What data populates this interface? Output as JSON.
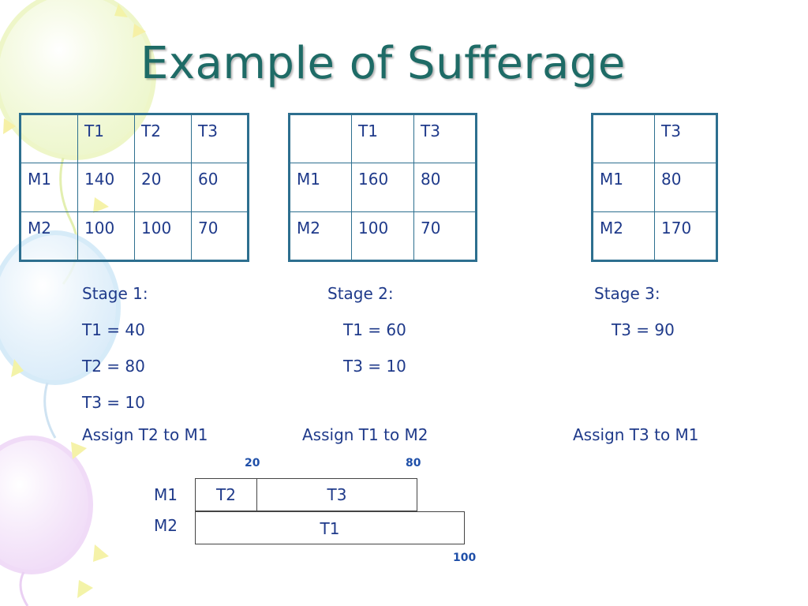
{
  "title": "Example of Sufferage",
  "tables": [
    {
      "header": [
        "",
        "T1",
        "T2",
        "T3"
      ],
      "rows": [
        [
          "M1",
          "140",
          "20",
          "60"
        ],
        [
          "M2",
          "100",
          "100",
          "70"
        ]
      ]
    },
    {
      "header": [
        "",
        "T1",
        "T3"
      ],
      "rows": [
        [
          "M1",
          "160",
          "80"
        ],
        [
          "M2",
          "100",
          "70"
        ]
      ]
    },
    {
      "header": [
        "",
        "T3"
      ],
      "rows": [
        [
          "M1",
          "80"
        ],
        [
          "M2",
          "170"
        ]
      ]
    }
  ],
  "stages": [
    {
      "heading": "Stage 1:",
      "lines": [
        "T1 = 40",
        "T2 = 80",
        "T3 = 10"
      ],
      "assign": "Assign T2 to M1"
    },
    {
      "heading": "Stage 2:",
      "lines": [
        "T1 = 60",
        "T3 = 10"
      ],
      "assign": "Assign T1 to M2"
    },
    {
      "heading": "Stage 3:",
      "lines": [
        "T3 = 90"
      ],
      "assign": "Assign T3 to M1"
    }
  ],
  "gantt": {
    "machines": [
      "M1",
      "M2"
    ],
    "ticks": {
      "t2_end": "20",
      "t3_end": "80",
      "t1_end": "100"
    },
    "m1_tasks": [
      {
        "label": "T2",
        "start": 0,
        "end": 20
      },
      {
        "label": "T3",
        "start": 20,
        "end": 80
      }
    ],
    "m2_tasks": [
      {
        "label": "T1",
        "start": 0,
        "end": 100
      }
    ]
  }
}
